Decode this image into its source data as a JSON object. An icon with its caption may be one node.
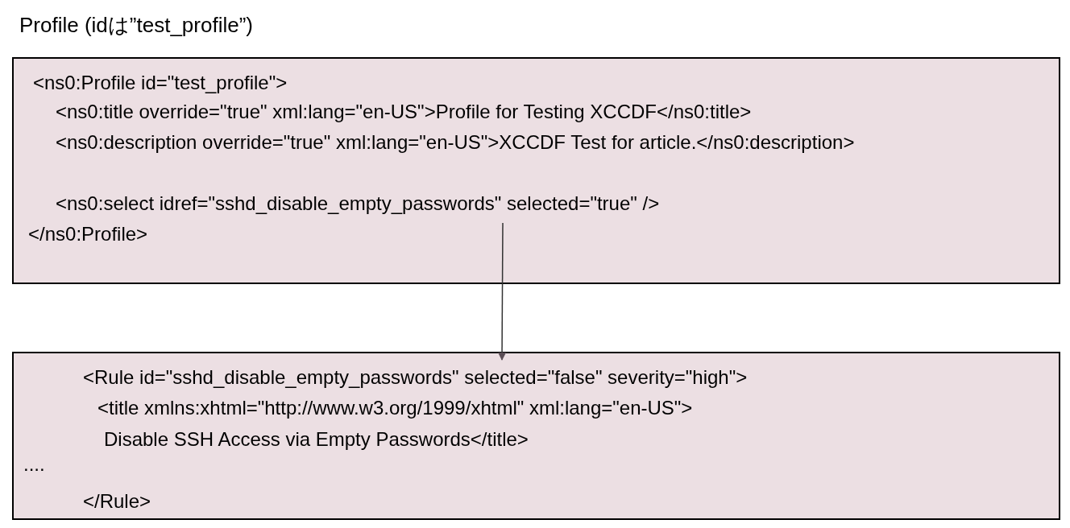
{
  "diagram": {
    "title": "Profile (idは”test_profile”)",
    "nodes": [
      {
        "text": [
          "<ns0:Profile id=\"test_profile\">",
          "<ns0:title override=\"true\" xml:lang=\"en-US\">Profile for Testing XCCDF</ns0:title>",
          "<ns0:description override=\"true\" xml:lang=\"en-US\">XCCDF Test for article.</ns0:description>",
          "<ns0:select idref=\"sshd_disable_empty_passwords\" selected=\"true\" />",
          "</ns0:Profile>"
        ]
      },
      {
        "text": [
          "<Rule id=\"sshd_disable_empty_passwords\" selected=\"false\" severity=\"high\">",
          "<title xmlns:xhtml=\"http://www.w3.org/1999/xhtml\" xml:lang=\"en-US\">",
          "Disable SSH Access via Empty Passwords</title>",
          "....",
          "</Rule>"
        ]
      }
    ],
    "edges": [
      {
        "from": 0,
        "to": 1,
        "arrow": "to"
      }
    ]
  }
}
